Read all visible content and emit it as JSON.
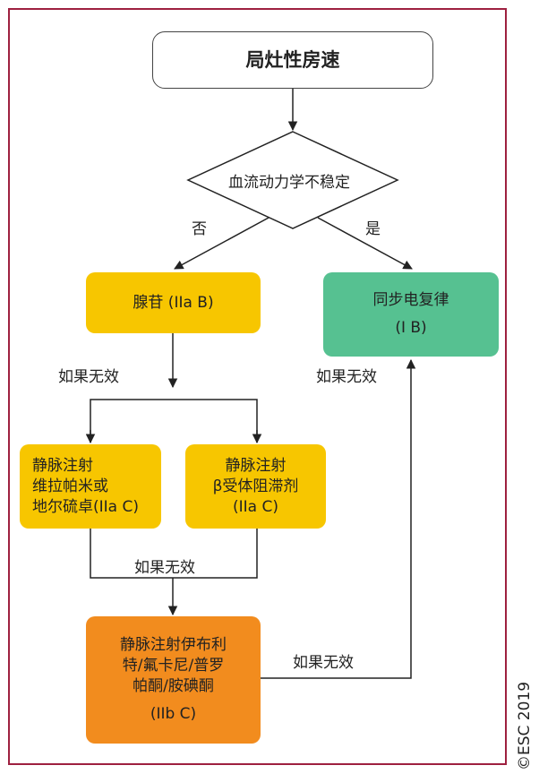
{
  "title": "局灶性房速",
  "decision": "血流动力学不稳定",
  "branch_no": "否",
  "branch_yes": "是",
  "adenosine": "腺苷 (IIa B)",
  "cardioversion": {
    "line1": "同步电复律",
    "line2": "(I B)"
  },
  "if_ineffective": "如果无效",
  "iv_verapamil": {
    "line1": "静脉注射",
    "line2": "维拉帕米或",
    "line3": "地尔硫卓(IIa C)"
  },
  "iv_beta": {
    "line1": "静脉注射",
    "line2": "β受体阻滞剂",
    "line3": "(IIa C)"
  },
  "iv_ibutilide": {
    "line1": "静脉注射伊布利",
    "line2": "特/氟卡尼/普罗",
    "line3": "帕酮/胺碘酮",
    "line4": "(IIb C)"
  },
  "copyright": "©ESC 2019",
  "colors": {
    "border": "#9e2040",
    "yellow": "#f7c600",
    "green": "#56c191",
    "orange": "#f28c1e"
  }
}
